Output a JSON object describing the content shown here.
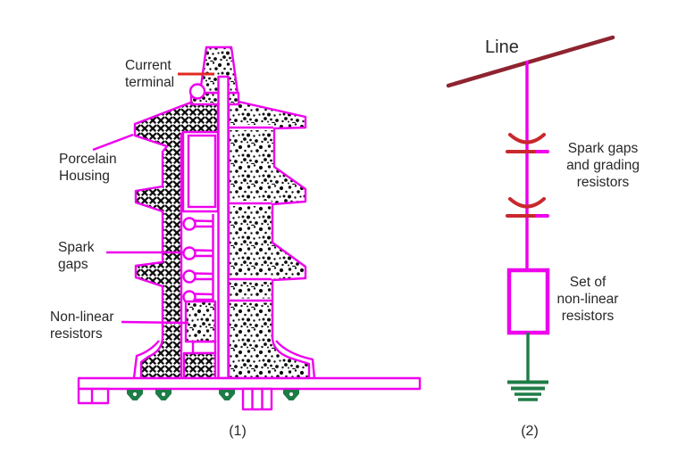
{
  "title": "Surge arrester cross-section and equivalent schematic",
  "colors": {
    "magenta": "#EE00EE",
    "spark_red": "#C9282D",
    "leader_red": "#E02A1E",
    "dark_red": "#8E2430",
    "green": "#1E7C46",
    "text": "#282828",
    "bg": "#FFFFFF"
  },
  "figure1": {
    "caption": "(1)",
    "labels": {
      "current_terminal": "Current\nterminal",
      "porcelain_housing": "Porcelain\nHousing",
      "spark_gaps": "Spark\ngaps",
      "nonlinear_resistors": "Non-linear\nresistors"
    },
    "parts": {
      "cap": "current-terminal-cap",
      "housing": "porcelain-housing-cross-hatched",
      "internal_column": "stippled-internal-column",
      "spark_gap_elements": 4,
      "resistor_block": "non-linear-resistor-block",
      "base": "mounting-base-plate",
      "bolts": 4
    }
  },
  "figure2": {
    "caption": "(2)",
    "labels": {
      "line": "Line",
      "spark_gaps_grading": "Spark gaps\nand grading\nresistors",
      "set_nonlinear": "Set  of\nnon-linear\nresistors"
    },
    "parts": {
      "line_conductor": "overhead-line",
      "spark_gap_symbols": 2,
      "resistor_symbol": "rectangle",
      "ground": "earth-symbol"
    }
  }
}
